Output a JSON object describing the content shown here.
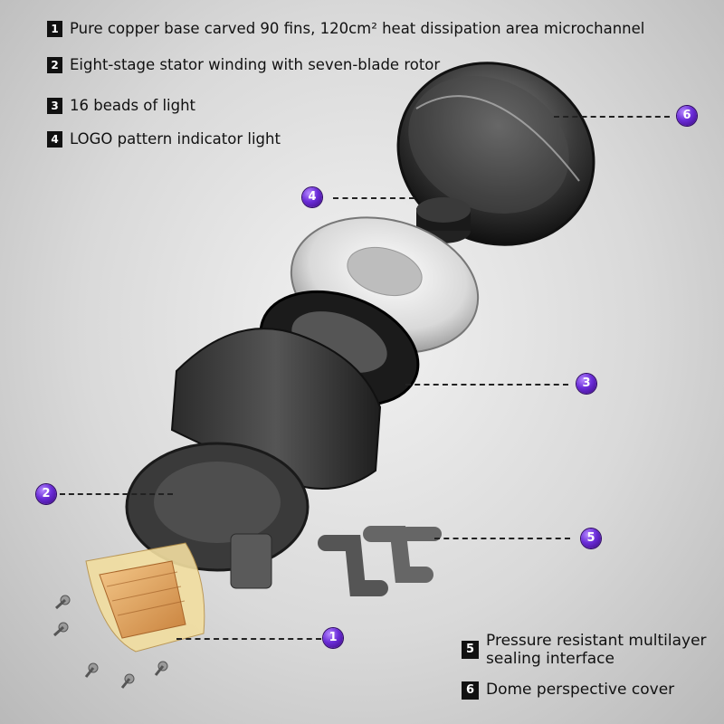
{
  "legend": [
    {
      "num": "1",
      "text": "Pure copper base carved 90 fins, 120cm² heat dissipation area microchannel"
    },
    {
      "num": "2",
      "text": "Eight-stage stator winding with seven-blade rotor"
    },
    {
      "num": "3",
      "text": "16 beads of light"
    },
    {
      "num": "4",
      "text": "LOGO pattern indicator light"
    },
    {
      "num": "5",
      "text_line1": "Pressure resistant multilayer",
      "text_line2": "sealing interface"
    },
    {
      "num": "6",
      "text": "Dome perspective cover"
    }
  ],
  "callouts": [
    "6",
    "4",
    "3",
    "2",
    "5",
    "1"
  ],
  "colors": {
    "callout": "#6a2cd8",
    "copper": "#e0a060",
    "dark_part": "#2a2a2a",
    "background": "#d9d9d9"
  },
  "icons": [
    "dome-cover-icon",
    "indicator-light-icon",
    "light-ring-icon",
    "stator-ring-icon",
    "housing-icon",
    "fittings-icon",
    "copper-base-icon",
    "screw-icon"
  ]
}
